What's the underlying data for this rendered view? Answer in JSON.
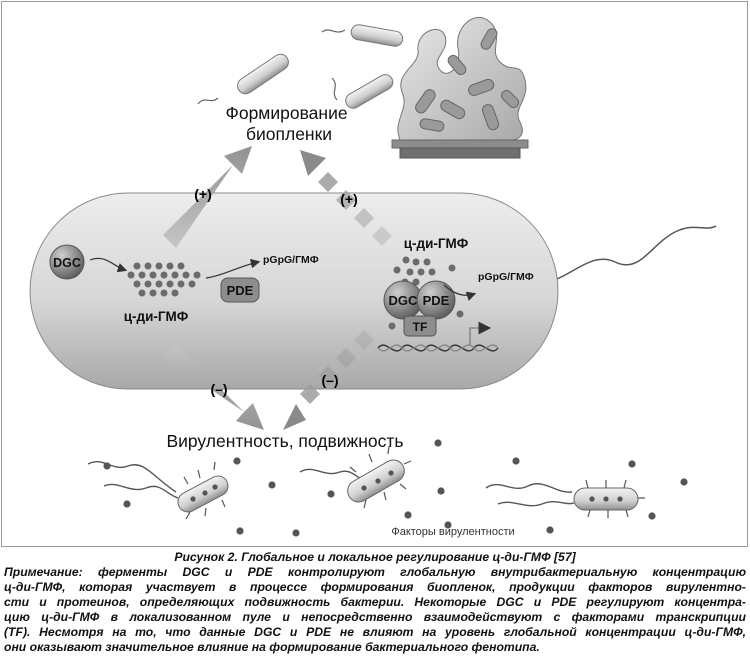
{
  "diagram": {
    "labels": {
      "biofilm": [
        "Формирование",
        "биопленки"
      ],
      "virulence": "Вирулентность, подвижность",
      "virulence_factors": "Факторы вирулентности",
      "plus": "(+)",
      "minus": "(–)",
      "dgc": "DGC",
      "pde": "PDE",
      "tf": "TF",
      "cdigmp": "ц-ди-ГМФ",
      "pgpg": "pGpG/ГМФ"
    },
    "colors": {
      "cell_fill": "#d9d9d9",
      "arrow_gray": "#9a9a9a",
      "dark_gray": "#6a6a6a",
      "dot": "#6b6b6b"
    }
  },
  "caption": {
    "title": "Рисунок 2. Глобальное и локальное регулирование ц-ди-ГМФ [57]",
    "note_lines": [
      "Примечание: ферменты DGC и PDE контролируют глобальную внутрибактериальную концентрацию",
      "ц-ди-ГМФ, которая участвует в процессе формирования биопленок, продукции факторов вирулентно-",
      "сти и протеинов, определяющих подвижность бактерии. Некоторые DGC и PDE регулируют концентра-",
      "цию ц-ди-ГМФ в локализованном пуле и непосредственно взаимодействуют с факторами транскрипции",
      "(TF). Несмотря на то, что данные DGC и PDE не влияют на уровень глобальной концентрации ц-ди-ГМФ,",
      "они оказывают значительное влияние на формирование бактериального фенотипа."
    ]
  }
}
